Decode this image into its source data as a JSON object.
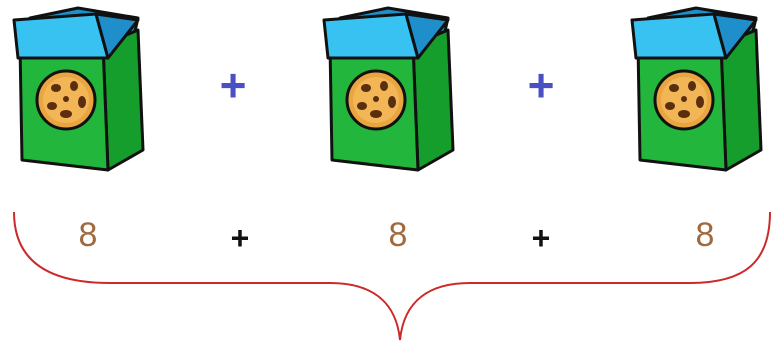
{
  "items": [
    {
      "icon": "cookie-box-icon",
      "count": "8"
    },
    {
      "icon": "cookie-box-icon",
      "count": "8"
    },
    {
      "icon": "cookie-box-icon",
      "count": "8"
    }
  ],
  "operator": "+",
  "colors": {
    "box_body": "#22a83a",
    "box_lid": "#35b6ea",
    "cookie": "#e9a640",
    "chips": "#5a2e0e",
    "blue_plus": "#4a4fc4",
    "number": "#a06a40",
    "black_plus": "#111111",
    "brace": "#cc2a2a"
  }
}
